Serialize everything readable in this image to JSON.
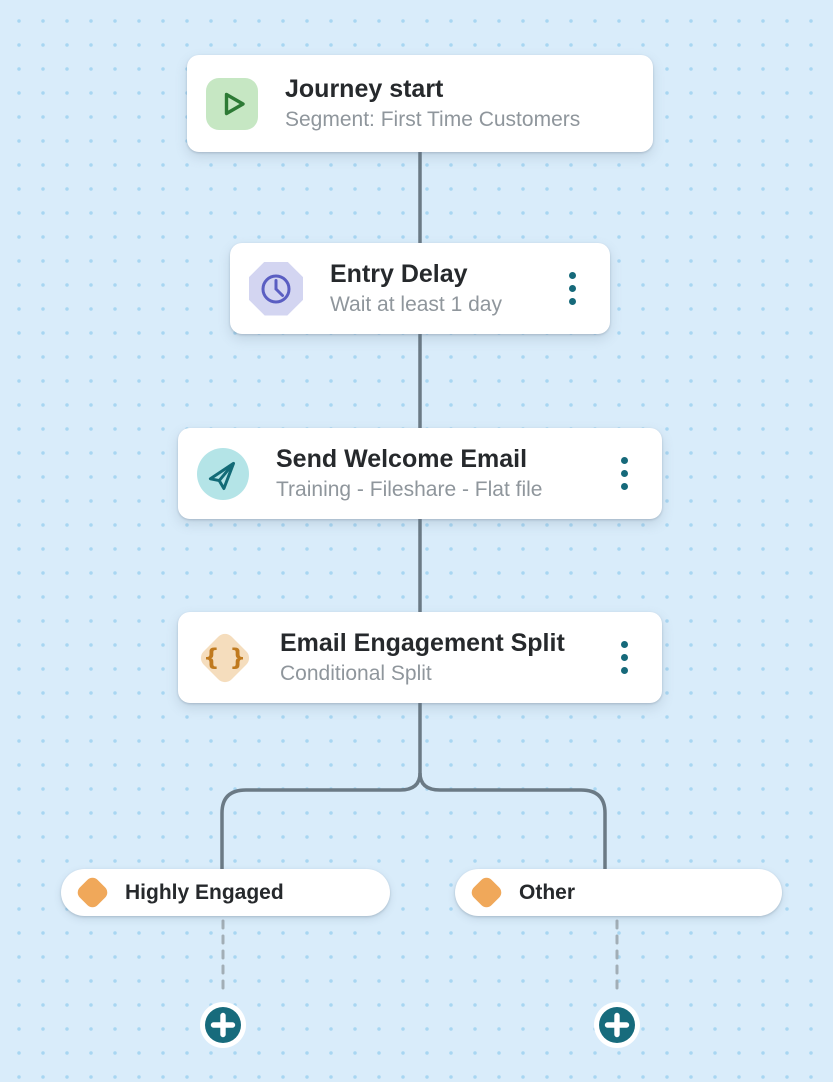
{
  "flow": {
    "nodes": [
      {
        "title": "Journey start",
        "subtitle": "Segment: First Time Customers",
        "icon": "play-icon",
        "has_menu": false
      },
      {
        "title": "Entry Delay",
        "subtitle": "Wait at least 1 day",
        "icon": "clock-icon",
        "has_menu": true
      },
      {
        "title": "Send Welcome Email",
        "subtitle": "Training - Fileshare - Flat file",
        "icon": "send-icon",
        "has_menu": true
      },
      {
        "title": "Email Engagement Split",
        "subtitle": "Conditional Split",
        "icon": "curly-braces-icon",
        "has_menu": true
      }
    ],
    "branches": [
      {
        "label": "Highly Engaged",
        "icon": "diamond-icon"
      },
      {
        "label": "Other",
        "icon": "diamond-icon"
      }
    ],
    "add_buttons": [
      {
        "icon": "plus-icon"
      },
      {
        "icon": "plus-icon"
      }
    ],
    "glyphs": {
      "braces": "{ }"
    },
    "colors": {
      "canvas_bg": "#d9ecfa",
      "canvas_dot": "#a8d6f2",
      "connector": "#6b7a85",
      "connector_dashed": "#a2aeb6",
      "card_bg": "#ffffff",
      "title_text": "#26292c",
      "subtitle_text": "#8f969c",
      "kebab_teal": "#16697a",
      "play_bg": "#c6e7c3",
      "play_stroke": "#2d7a35",
      "clock_bg": "#d3d5f1",
      "clock_stroke": "#5a5ec2",
      "send_bg": "#b4e4e7",
      "send_stroke": "#136b77",
      "split_bg": "#f5ddbd",
      "split_braces": "#c07a1f",
      "branch_diamond": "#f0a85a",
      "add_button": "#176b7c"
    }
  }
}
